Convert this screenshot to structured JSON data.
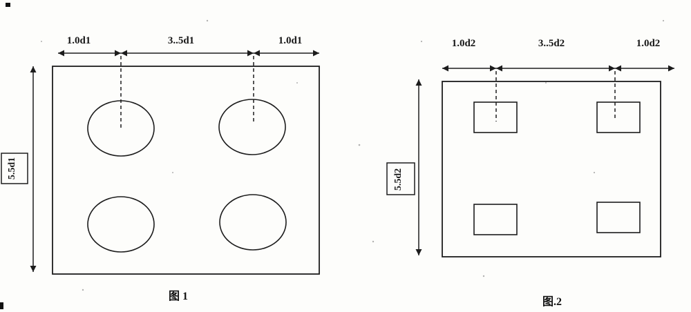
{
  "figures": [
    {
      "caption": "图 1",
      "dims": {
        "top_left": "1.0d1",
        "top_mid": "3..5d1",
        "top_right": "1.0d1",
        "left": "5.5d1"
      }
    },
    {
      "caption": "图.2",
      "dims": {
        "top_left": "1.0d2",
        "top_mid": "3..5d2",
        "top_right": "1.0d2",
        "left": "5.5d2"
      }
    }
  ],
  "colors": {
    "ink": "#1c1c1c",
    "background": "#fdfdfb"
  }
}
